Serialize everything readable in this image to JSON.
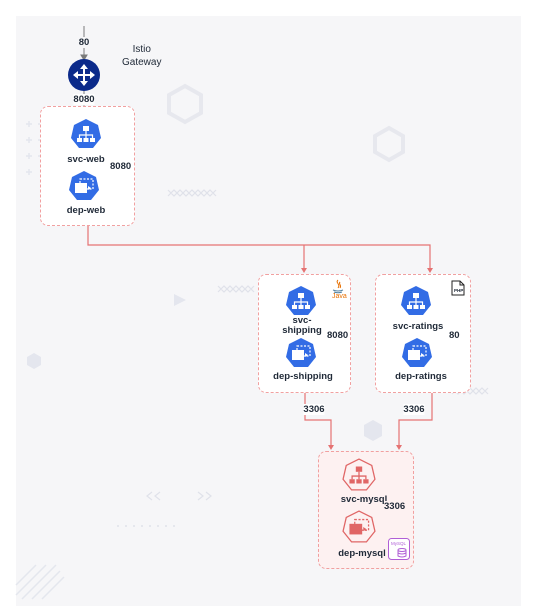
{
  "gateway": {
    "top_port": "80",
    "name": "Istio\nGateway",
    "out_port": "8080"
  },
  "web": {
    "svc": "svc-web",
    "dep": "dep-web",
    "port": "8080"
  },
  "shipping": {
    "svc_line1": "svc-",
    "svc_line2": "shipping",
    "dep": "dep-shipping",
    "port": "8080",
    "lang": "Java",
    "db_port": "3306"
  },
  "ratings": {
    "svc": "svc-ratings",
    "dep": "dep-ratings",
    "port": "80",
    "lang": "PHP",
    "db_port": "3306"
  },
  "mysql": {
    "svc": "svc-mysql",
    "dep": "dep-mysql",
    "port": "3306",
    "logo": "MySQL"
  },
  "colors": {
    "k8s_blue": "#326ce5",
    "mysql_red": "#e06666",
    "edge": "#e57373",
    "gateway": "#0b2a8a",
    "box_border": "#f1a0a0"
  }
}
